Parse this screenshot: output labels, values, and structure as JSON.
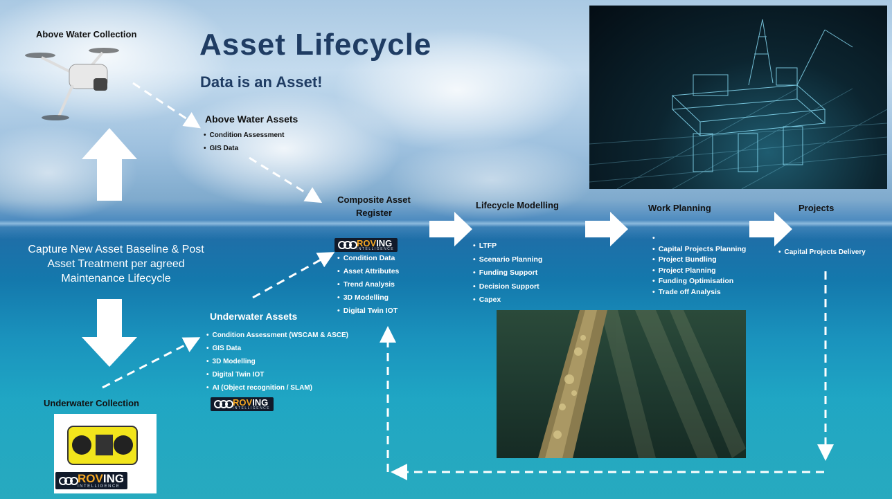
{
  "title": "Asset Lifecycle",
  "subtitle": "Data is an Asset!",
  "above_collection": {
    "label": "Above Water Collection"
  },
  "underwater_collection": {
    "label": "Underwater Collection"
  },
  "capture_text": "Capture New Asset Baseline & Post Asset Treatment per agreed Maintenance Lifecycle",
  "above_assets": {
    "title": "Above Water Assets",
    "items": [
      "Condition Assessment",
      "GIS Data"
    ]
  },
  "underwater_assets": {
    "title": "Underwater Assets",
    "items": [
      "Condition Assessment (WSCAM & ASCE)",
      "GIS Data",
      "3D Modelling",
      "Digital Twin IOT",
      "AI (Object recognition / SLAM)"
    ]
  },
  "composite": {
    "title_line1": "Composite Asset",
    "title_line2": "Register",
    "items": [
      "Condition Data",
      "Asset Attributes",
      "Trend Analysis",
      "3D Modelling",
      "Digital Twin IOT"
    ]
  },
  "lifecycle": {
    "title": "Lifecycle Modelling",
    "items": [
      "LTFP",
      "Scenario Planning",
      "Funding Support",
      "Decision Support",
      "Capex"
    ]
  },
  "work_planning": {
    "title": "Work Planning",
    "items": [
      "",
      "Capital Projects Planning",
      "Project Bundling",
      "Project Planning",
      "Funding Optimisation",
      "Trade off Analysis"
    ]
  },
  "projects": {
    "title": "Projects",
    "items": [
      "Capital Projects Delivery"
    ]
  },
  "logo": {
    "brand_a": "ROV",
    "brand_b": "ING",
    "tagline": "INTELLIGENCE"
  },
  "colors": {
    "title": "#1f3c63",
    "accent": "#f5a623",
    "white": "#ffffff"
  }
}
